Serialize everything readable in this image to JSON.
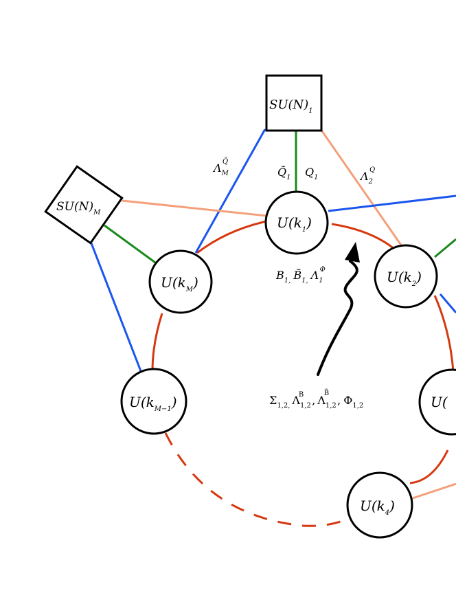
{
  "colors": {
    "bifundamental": "#d6380f",
    "fermi_blue": "#1a56ee",
    "fermi_orange": "#f4a07a",
    "chiral_green": "#1a8a1a",
    "arrow": "#000000"
  },
  "flavor_nodes": {
    "top": {
      "base": "SU(N)",
      "sub": "1"
    },
    "left": {
      "base": "SU(N)",
      "sub": "M"
    }
  },
  "gauge_nodes": {
    "k1": {
      "base": "U(k",
      "sub": "1",
      "close": ")"
    },
    "k2": {
      "base": "U(k",
      "sub": "2",
      "close": ")"
    },
    "kM": {
      "base": "U(k",
      "sub": "M",
      "close": ")"
    },
    "kM1": {
      "base": "U(k",
      "sub": "M−1",
      "close": ")"
    },
    "k3": {
      "base": "U(",
      "sub": "",
      "close": ""
    },
    "k4": {
      "base": "U(k",
      "sub": "4",
      "close": ")"
    }
  },
  "edge_labels": {
    "lambda_M_Qtilde": {
      "base": "Λ",
      "sub": "M",
      "sup": "Q̃"
    },
    "Q1_tilde": {
      "base": "Q̃",
      "sub": "1"
    },
    "Q1": {
      "base": "Q",
      "sub": "1"
    },
    "lambda_2_Q": {
      "base": "Λ",
      "sub": "2",
      "sup": "Q"
    }
  },
  "node_fields": {
    "B1": {
      "base": "B",
      "sub": "1,"
    },
    "B1_tilde": {
      "base": "B̃",
      "sub": "1,"
    },
    "lambda_1_phi": {
      "base": "Λ",
      "sub": "1",
      "sup": "Φ"
    }
  },
  "link_fields": {
    "sigma": {
      "base": "Σ",
      "sub": "1,2,"
    },
    "lambda_B": {
      "base": "Λ",
      "sub": "1,2",
      "sup": "B",
      "trail": ","
    },
    "lambda_Btilde": {
      "base": "Λ",
      "sub": "1,2",
      "sup": "B̃",
      "trail": ","
    },
    "phi": {
      "base": "Φ",
      "sub": "1,2"
    }
  }
}
